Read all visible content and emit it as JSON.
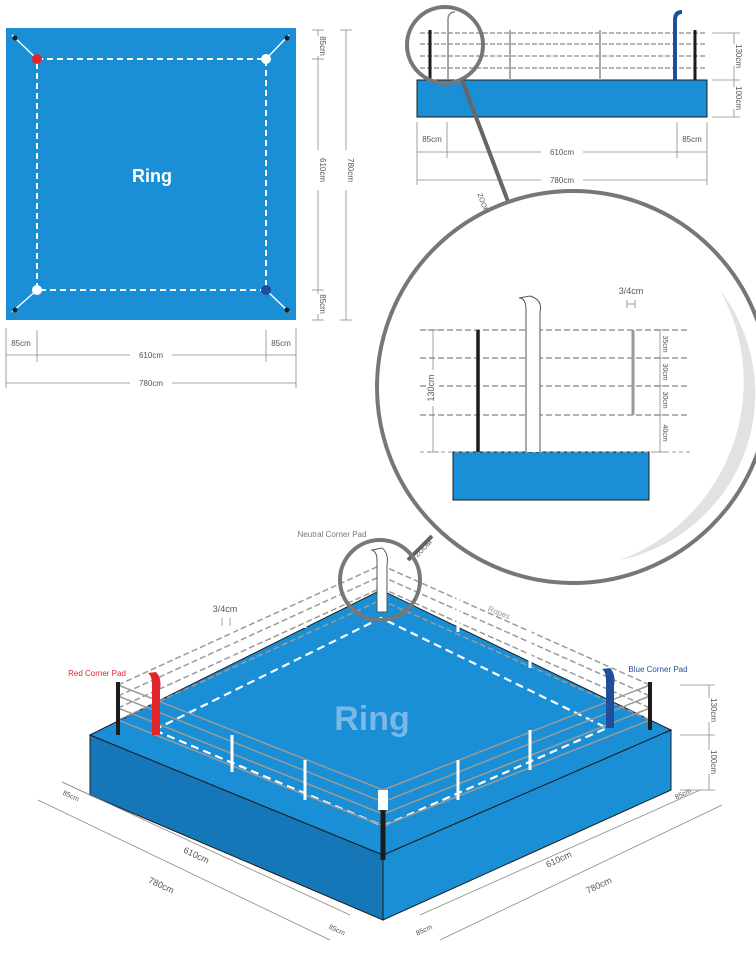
{
  "colors": {
    "mat": "#1a8fd6",
    "mat_side": "#1577b8",
    "red": "#e0262b",
    "blue": "#1f4f9c",
    "dim_line": "#8a8a8a",
    "rope": "#9a9a9a",
    "post": "#1c1c1c",
    "white": "#ffffff",
    "lens_ring": "#777777"
  },
  "top_view": {
    "ring_label": "Ring",
    "dim_610_v": "610cm",
    "dim_780_v": "780cm",
    "dim_85_top": "85cm",
    "dim_85_bottom": "85cm",
    "dim_85_left": "85cm",
    "dim_85_right": "85cm",
    "dim_610_h": "610cm",
    "dim_780_h": "780cm"
  },
  "side_view": {
    "dim_130": "130cm",
    "dim_100": "100cm",
    "dim_85_left": "85cm",
    "dim_85_right": "85cm",
    "dim_610": "610cm",
    "dim_780": "780cm",
    "zoom_label": "ZOOM"
  },
  "detail_view": {
    "dim_130": "130cm",
    "dim_34": "3/4cm",
    "spacing": [
      "35cm",
      "30cm",
      "30cm",
      "40cm"
    ]
  },
  "iso_view": {
    "ring_label": "Ring",
    "neutral_corner_pad": "Neutral Corner Pad",
    "red_corner_pad": "Red Corner Pad",
    "blue_corner_pad": "Blue Corner Pad",
    "ropes": "Ropes",
    "dim_34": "3/4cm",
    "zoom_label": "ZOOM",
    "dim_130": "130cm",
    "dim_100": "100cm",
    "dim_85_left": "85cm",
    "dim_85_left_bottom": "85cm",
    "dim_85_right": "85cm",
    "dim_85_right_bottom": "85cm",
    "dim_610_left": "610cm",
    "dim_780_left": "780cm",
    "dim_610_right": "610cm",
    "dim_780_right": "780cm"
  }
}
